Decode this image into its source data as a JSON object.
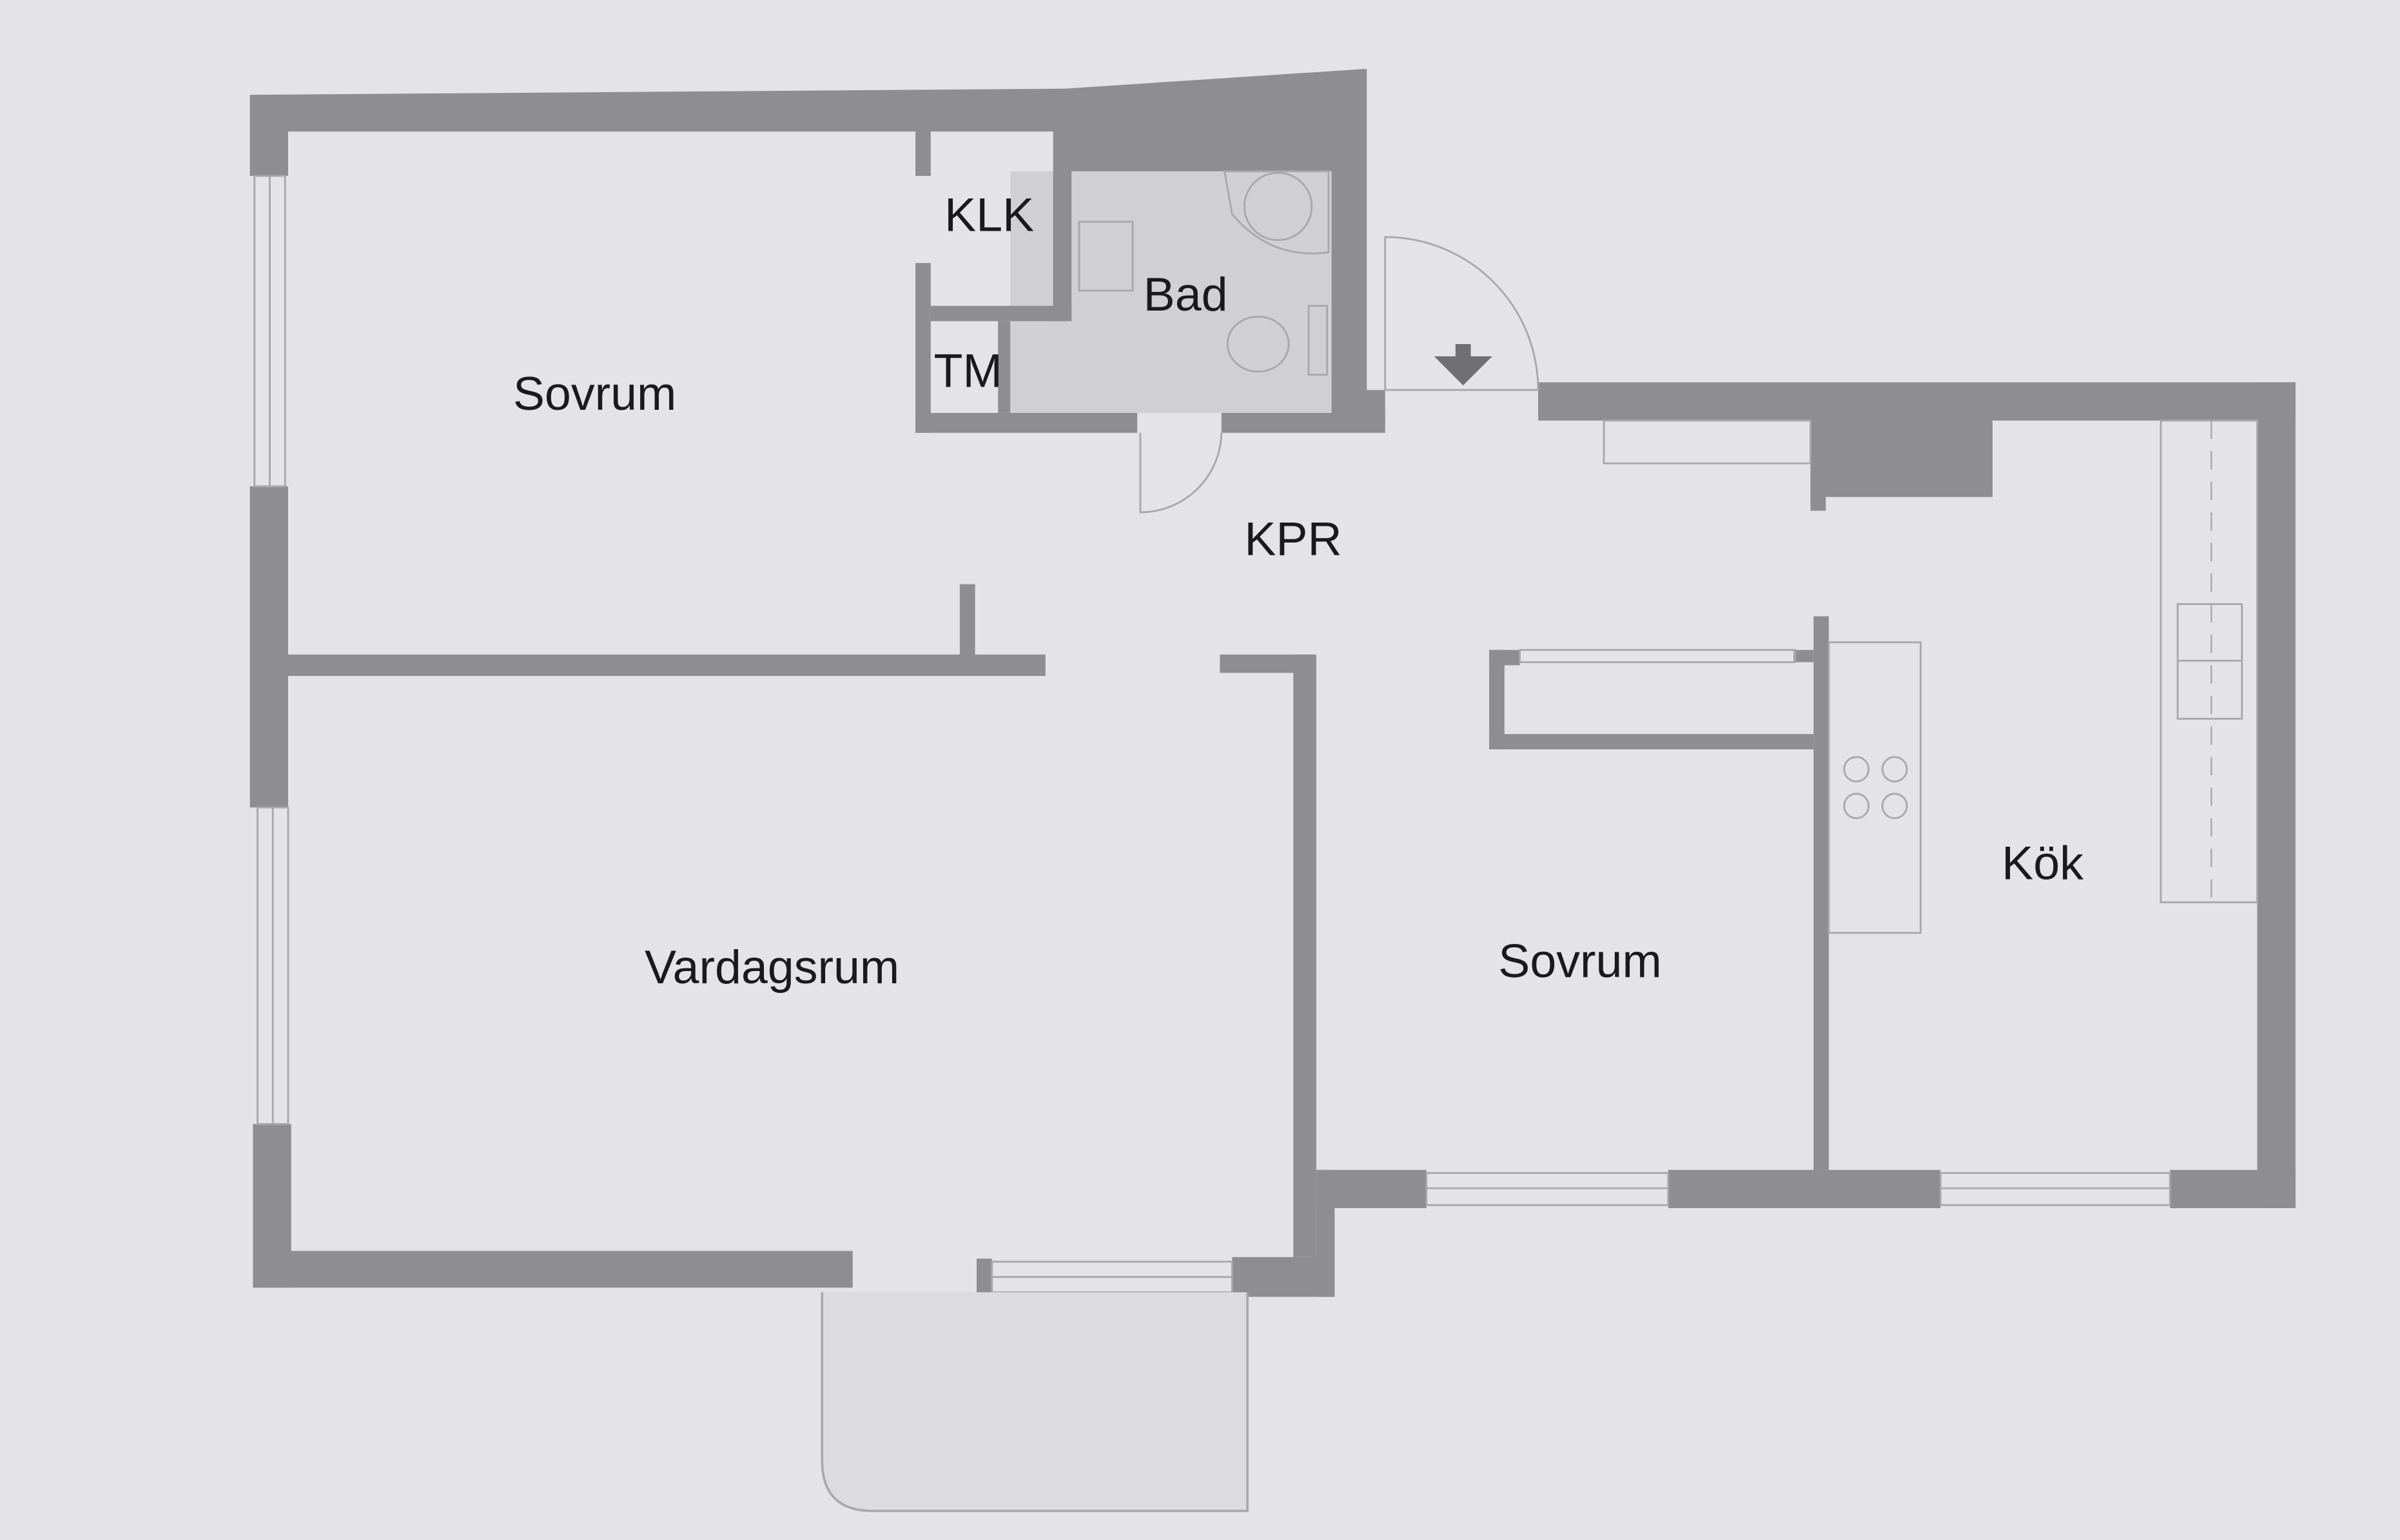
{
  "plan": {
    "rooms": [
      {
        "id": "sovrum-1",
        "label": "Sovrum"
      },
      {
        "id": "klk",
        "label": "KLK"
      },
      {
        "id": "bad",
        "label": "Bad"
      },
      {
        "id": "tm",
        "label": "TM"
      },
      {
        "id": "kpr",
        "label": "KPR"
      },
      {
        "id": "vardagsrum",
        "label": "Vardagsrum"
      },
      {
        "id": "sovrum-2",
        "label": "Sovrum"
      },
      {
        "id": "kok",
        "label": "Kök"
      }
    ],
    "colors": {
      "wall": "#8e8e90",
      "background": "#e4e4e6",
      "wet_room": "#d0d0d2"
    }
  }
}
